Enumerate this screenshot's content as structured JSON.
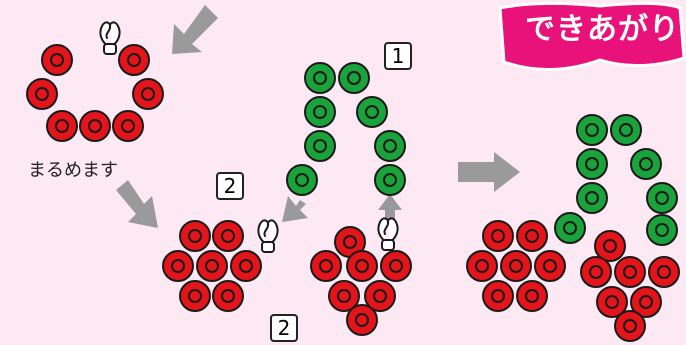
{
  "labels": {
    "round_up": "まるめます",
    "done": "できあがり",
    "step1": "1",
    "step2a": "2",
    "step2b": "2"
  },
  "colors": {
    "background": "#fce9f3",
    "red_bead": "#e3151b",
    "green_bead": "#1aa33a",
    "arrow": "#9a9a9a",
    "badge": "#e8127a"
  },
  "icons": [
    "tweezers-icon",
    "arrow-icon"
  ]
}
